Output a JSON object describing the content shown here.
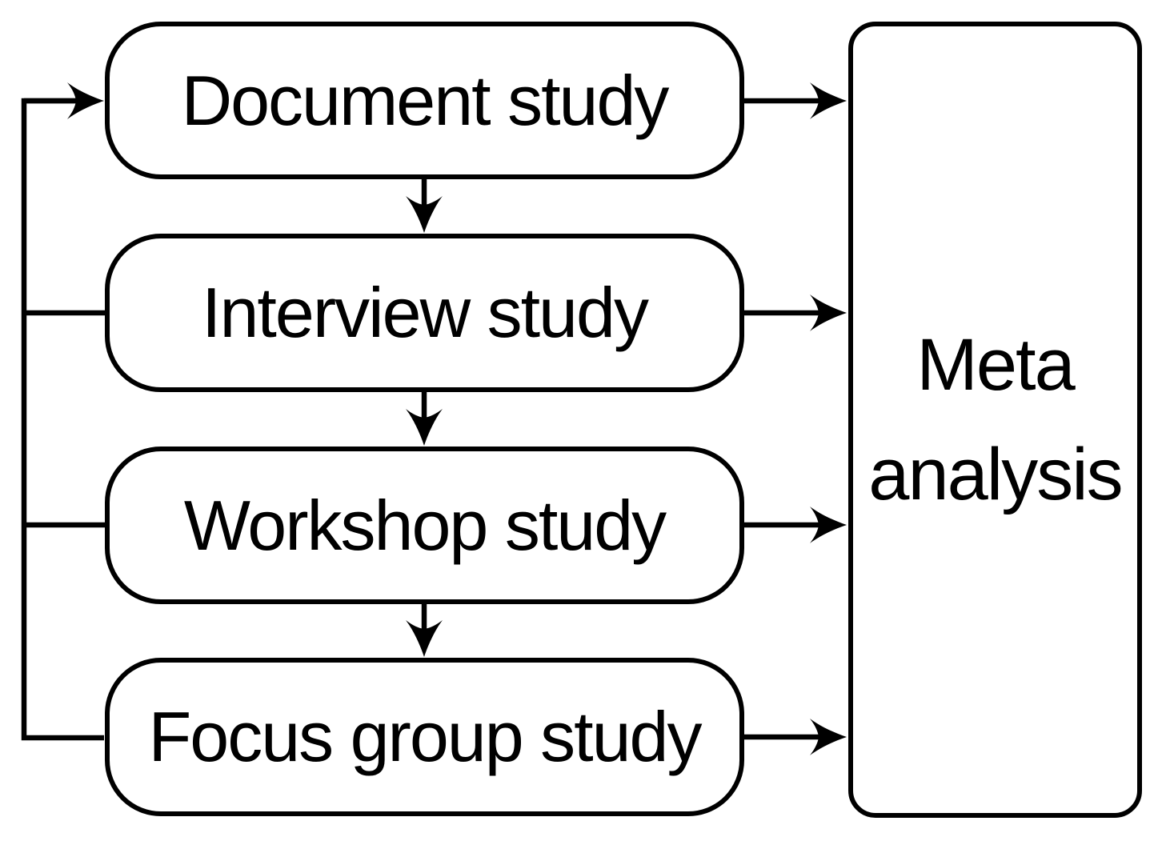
{
  "diagram": {
    "type": "flowchart",
    "background_color": "#ffffff",
    "stroke_color": "#000000",
    "text_color": "#000000",
    "nodes": [
      {
        "id": "document-study",
        "label": "Document study"
      },
      {
        "id": "interview-study",
        "label": "Interview study"
      },
      {
        "id": "workshop-study",
        "label": "Workshop study"
      },
      {
        "id": "focus-group-study",
        "label": "Focus group study"
      },
      {
        "id": "meta-analysis",
        "label": "Meta analysis"
      }
    ],
    "edges": [
      {
        "from": "left-rail",
        "to": "document-study",
        "arrowhead": true
      },
      {
        "from": "left-rail",
        "to": "interview-study",
        "arrowhead": false
      },
      {
        "from": "left-rail",
        "to": "workshop-study",
        "arrowhead": false
      },
      {
        "from": "left-rail",
        "to": "focus-group-study",
        "arrowhead": false
      },
      {
        "from": "document-study",
        "to": "interview-study",
        "arrowhead": true
      },
      {
        "from": "interview-study",
        "to": "workshop-study",
        "arrowhead": true
      },
      {
        "from": "workshop-study",
        "to": "focus-group-study",
        "arrowhead": true
      },
      {
        "from": "document-study",
        "to": "meta-analysis",
        "arrowhead": true
      },
      {
        "from": "interview-study",
        "to": "meta-analysis",
        "arrowhead": true
      },
      {
        "from": "workshop-study",
        "to": "meta-analysis",
        "arrowhead": true
      },
      {
        "from": "focus-group-study",
        "to": "meta-analysis",
        "arrowhead": true
      }
    ]
  }
}
